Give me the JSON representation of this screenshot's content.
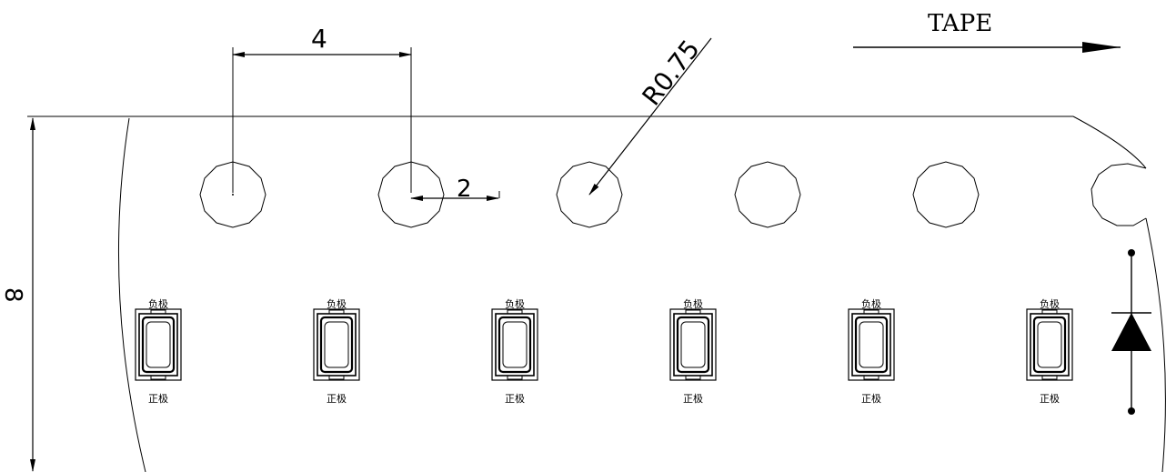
{
  "tape_label": "TAPE",
  "dimensions": {
    "pitch": "4",
    "hole_to_component": "2",
    "radius": "R0.75",
    "width": "8"
  },
  "component_labels": {
    "top": "负极",
    "bottom": "正极"
  },
  "sprocket_hole_count": 5,
  "component_count": 6
}
